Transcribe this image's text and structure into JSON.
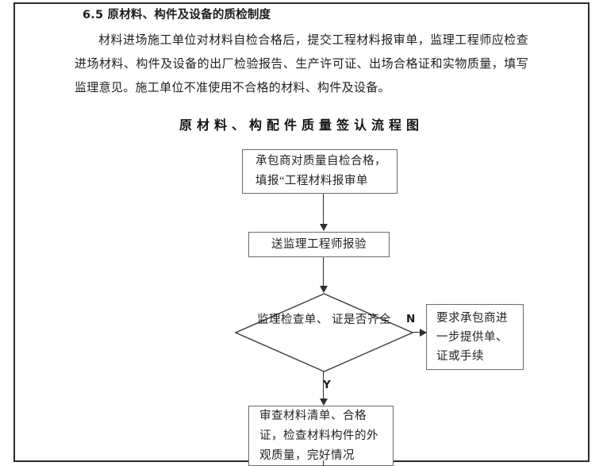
{
  "document": {
    "heading": "6.5 原材料、构件及设备的质检制度",
    "paragraph": "材料进场施工单位对材料自检合格后，提交工程材料报审单，监理工程师应检查进场材料、构件及设备的出厂检验报告、生产许可证、出场合格证和实物质量，填写监理意见。施工单位不准使用不合格的材料、构件及设备。",
    "chart_title": "原材料、构配件质量签认流程图"
  },
  "flowchart": {
    "nodes": [
      {
        "id": "node-1",
        "shape": "process",
        "lines": [
          "承包商对质量自检合格，",
          "填报“工程材料报审单"
        ]
      },
      {
        "id": "node-2",
        "shape": "process",
        "lines": [
          "送监理工程师报验"
        ]
      },
      {
        "id": "node-decision",
        "shape": "decision",
        "lines": [
          "监理检查单、",
          "证是否齐全"
        ]
      },
      {
        "id": "node-3",
        "shape": "process",
        "lines": [
          "要求承包商进",
          "一步提供单、",
          "证或手续"
        ]
      },
      {
        "id": "node-4",
        "shape": "process",
        "lines": [
          "审查材料清单、合格",
          "证，检查材料构件的外",
          "观质量，完好情况"
        ]
      }
    ],
    "branch_labels": {
      "no": "N",
      "yes": "Y"
    }
  },
  "colors": {
    "text": "#1f1f1f",
    "node_border": "#6a6a6a",
    "connector": "#2f2f2f",
    "page_rule": "#2b2b2b"
  }
}
